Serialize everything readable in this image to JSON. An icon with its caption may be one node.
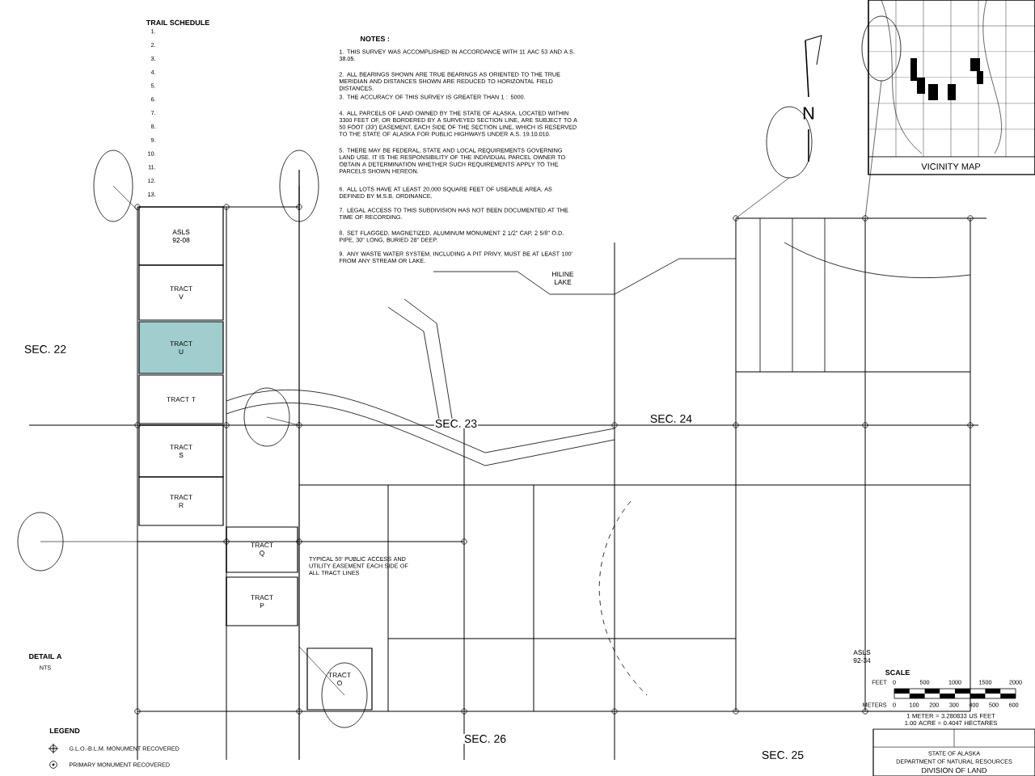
{
  "diagram": {
    "nodes": [
      {
        "text": [
          "ASLS 92-08"
        ]
      },
      {
        "text": [
          "TRACT V"
        ]
      },
      {
        "text": [
          "TRACT U"
        ]
      },
      {
        "text": [
          "TRACT T"
        ]
      },
      {
        "text": [
          "TRACT S"
        ]
      },
      {
        "text": [
          "TRACT R"
        ]
      },
      {
        "text": [
          "TRACT Q"
        ]
      },
      {
        "text": [
          "TRACT P"
        ]
      },
      {
        "text": [
          "TRACT O"
        ]
      }
    ],
    "labels": [
      "TRAIL SCHEDULE",
      "1.",
      "2.",
      "3.",
      "4.",
      "5.",
      "6.",
      "7.",
      "8.",
      "9.",
      "10.",
      "11.",
      "12.",
      "13.",
      "NOTES :",
      "1. THIS SURVEY WAS ACCOMPLISHED IN ACCORDANCE WITH 11 AAC 53 AND A.S. 38.05.",
      "2. ALL BEARINGS SHOWN ARE TRUE BEARINGS AS ORIENTED TO THE TRUE MERIDIAN AND DISTANCES SHOWN ARE REDUCED TO HORIZONTAL FIELD DISTANCES.",
      "3. THE ACCURACY OF THIS SURVEY IS GREATER THAN 1 : 5000.",
      "4. ALL PARCELS OF LAND OWNED BY THE STATE OF ALASKA, LOCATED WITHIN 3300 FEET OF, OR BORDERED BY A SURVEYED SECTION LINE, ARE SUBJECT TO A 50 FOOT (33') EASEMENT, EACH SIDE OF THE SECTION LINE, WHICH IS RESERVED TO THE STATE OF ALASKA FOR PUBLIC HIGHWAYS UNDER A.S. 19.10.010.",
      "5. THERE MAY BE FEDERAL, STATE AND LOCAL REQUIREMENTS GOVERNING LAND USE. IT IS THE RESPONSIBILITY OF THE INDIVIDUAL PARCEL OWNER TO OBTAIN A DETERMINATION WHETHER SUCH REQUIREMENTS APPLY TO THE PARCELS SHOWN HEREON.",
      "6. ALL LOTS HAVE AT LEAST 20,000 SQUARE FEET OF USEABLE AREA, AS DEFINED BY M.S.B. ORDINANCE.",
      "7. LEGAL ACCESS TO THIS SUBDIVISION HAS NOT BEEN DOCUMENTED AT THE TIME OF RECORDING.",
      "8. SET FLAGGED, MAGNETIZED, ALUMINUM MONUMENT 2 1/2\" CAP, 2 5/8\" O.D. PIPE, 30\" LONG, BURIED 28\" DEEP.",
      "9. ANY WASTE WATER SYSTEM, INCLUDING A PIT PRIVY, MUST BE AT LEAST 100' FROM ANY STREAM OR LAKE.",
      "N",
      "VICINITY MAP",
      "ASLS 92-34",
      "SEC. 22",
      "SEC. 23",
      "SEC. 24",
      "SEC. 26",
      "SEC. 25",
      "HILINE LAKE",
      "DETAIL A",
      "NTS",
      "LEGEND",
      "SCALE",
      "FEET",
      "0",
      "500",
      "1000",
      "1500",
      "2000",
      "METERS",
      "0",
      "100",
      "200",
      "300",
      "400",
      "500",
      "600",
      "1 METER = 3.280833 US FEET 1.00 ACRE = 0.4047 HECTARES",
      "STATE OF ALASKA",
      "DEPARTMENT OF NATURAL RESOURCES",
      "DIVISION OF LAND",
      "TYPICAL 50' PUBLIC ACCESS AND UTILITY EASEMENT EACH SIDE OF ALL TRACT LINES"
    ],
    "legend": [
      {
        "text": "G.L.O.-B.L.M. MONUMENT RECOVERED"
      },
      {
        "text": "PRIMARY MONUMENT RECOVERED"
      }
    ]
  }
}
